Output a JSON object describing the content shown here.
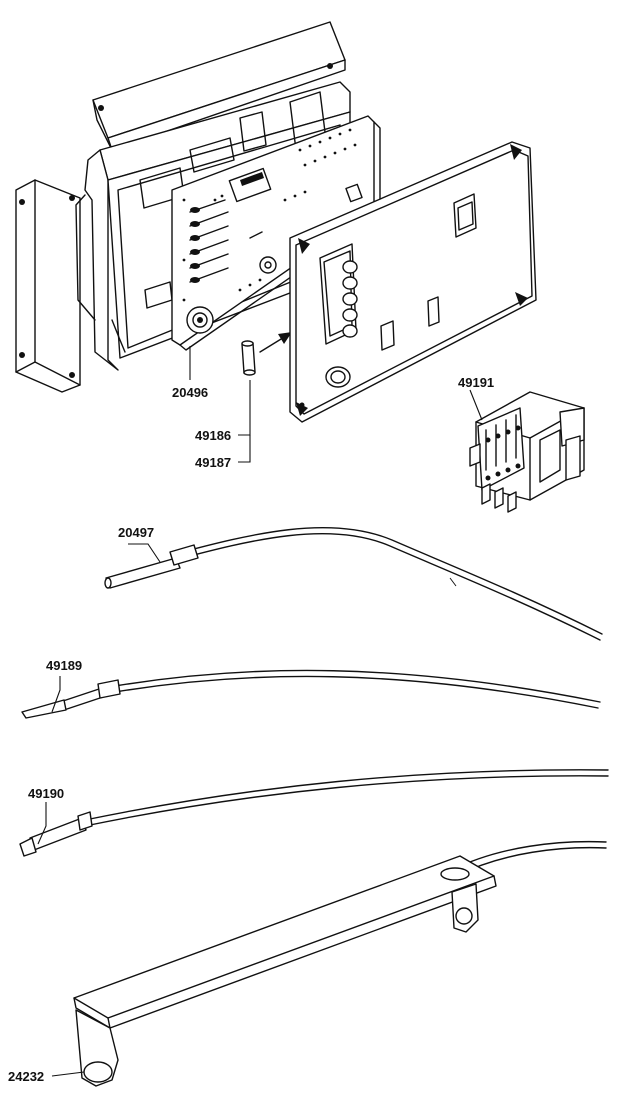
{
  "parts": [
    {
      "id": "part-20496",
      "label": "20496"
    },
    {
      "id": "part-49186",
      "label": "49186"
    },
    {
      "id": "part-49187",
      "label": "49187"
    },
    {
      "id": "part-49191",
      "label": "49191"
    },
    {
      "id": "part-20497",
      "label": "20497"
    },
    {
      "id": "part-49189",
      "label": "49189"
    },
    {
      "id": "part-49190",
      "label": "49190"
    },
    {
      "id": "part-24232",
      "label": "24232"
    }
  ]
}
